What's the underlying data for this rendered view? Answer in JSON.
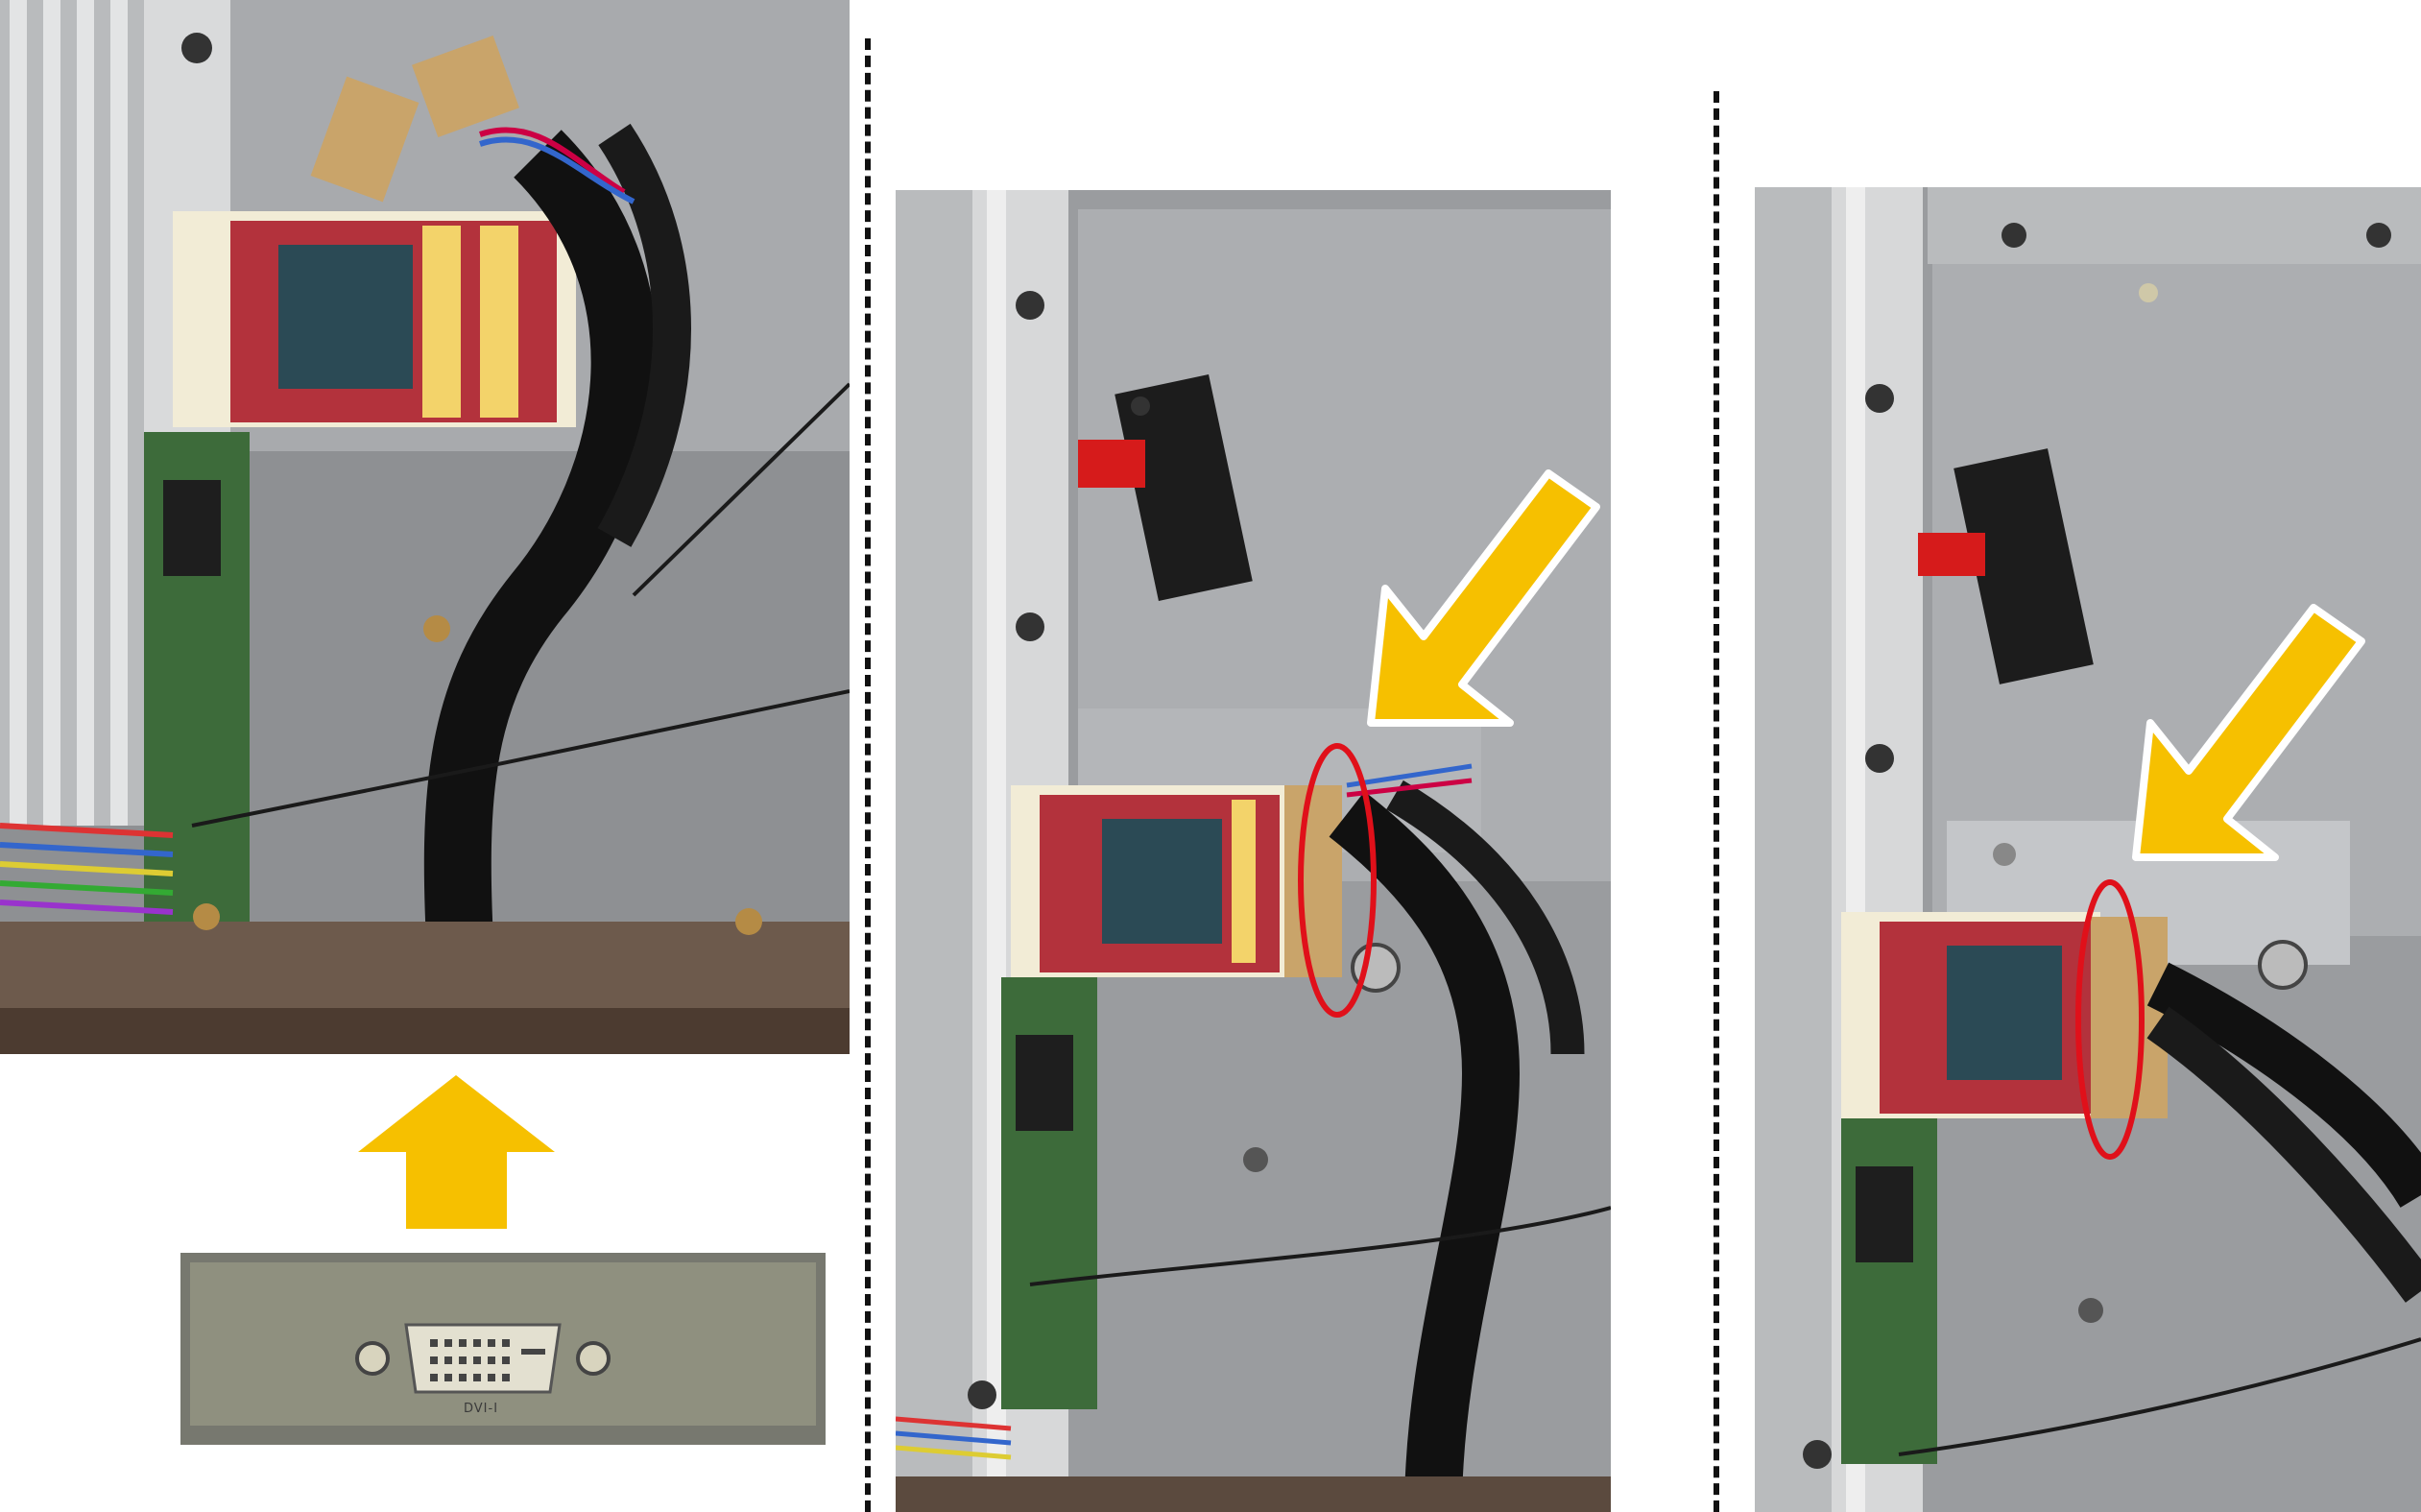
{
  "figure": {
    "panels": [
      {
        "id": "panel-1",
        "content": "mini-pcie-card-removed-view"
      },
      {
        "id": "panel-2",
        "content": "card-installed-view"
      },
      {
        "id": "panel-3",
        "content": "card-installed-alt-view"
      }
    ],
    "bracket_label": "DVI-I",
    "colors": {
      "arrow": "#f6c000",
      "arrow_outline": "#ffffff",
      "highlight_ellipse": "#e0101a",
      "divider": "#111111",
      "chassis_gray": "#9a9c9f",
      "card_red": "#b3323c"
    },
    "icons": [
      "up-arrow-icon",
      "down-left-arrow-icon",
      "highlight-ellipse-icon"
    ]
  }
}
